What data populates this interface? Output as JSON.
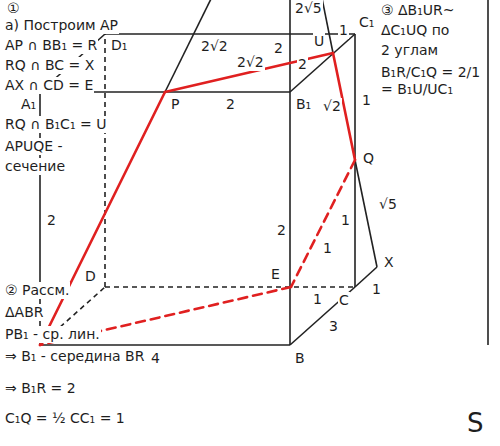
{
  "diagram": {
    "labels": [
      "①",
      "а) Построим AP",
      "AP ∩ BB₁ = R",
      "RQ ∩ BC = X",
      "AX ∩ CD = E",
      "RQ ∩ B₁C₁ = U",
      "APUQE -",
      "сечение",
      "② Рассм.",
      "ΔABR",
      "PB₁ - ср. лин.",
      "⇒ B₁ - середина BR",
      "⇒ B₁R = 2",
      "C₁Q = ½ CC₁ = 1",
      "③ ΔB₁UR~",
      "ΔC₁UQ по",
      "2 углам",
      "B₁R/C₁Q = 2/1 = B₁U/UC₁",
      "D₁",
      "C₁",
      "A₁",
      "P",
      "B₁",
      "Q",
      "D",
      "E",
      "C",
      "X",
      "B",
      "2√2",
      "2",
      "2√5",
      "2√2",
      "2",
      "2",
      "U",
      "1",
      "√2",
      "1",
      "1",
      "√5",
      "1",
      "1",
      "1",
      "3",
      "4",
      "2",
      "2",
      "S"
    ]
  }
}
